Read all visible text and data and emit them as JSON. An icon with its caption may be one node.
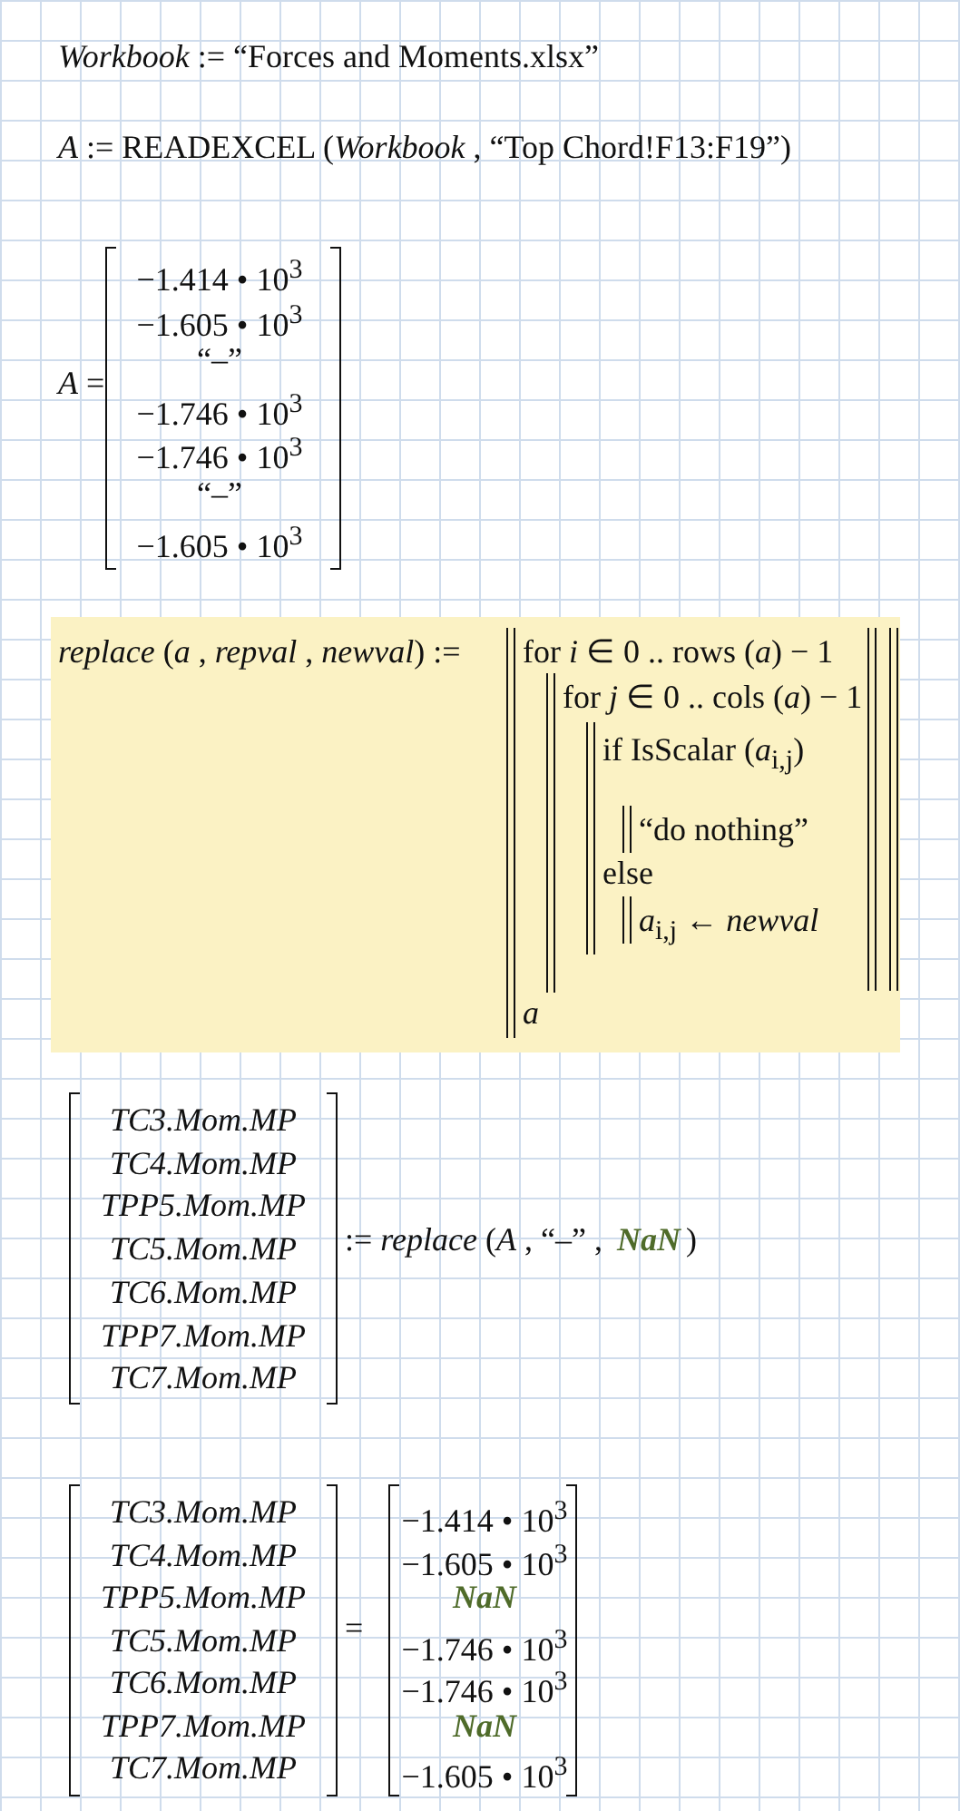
{
  "diagram": {
    "labels": [
      "*Workbook* := “Forces and Moments.xlsx”",
      "*A* := READEXCEL (*Workbook* , “Top Chord!F13:F19”)",
      "*A* =",
      "−1.414 • 10$^{3}$",
      "−1.605 • 10$^{3}$",
      "“–”",
      "−1.746 • 10$^{3}$",
      "−1.746 • 10$^{3}$",
      "“–”",
      "−1.605 • 10$^{3}$",
      "*replace* (*a* , *repval* , *newval*) :=",
      "for *i* ∈ 0 .. rows (*a*) − 1",
      "for *j* ∈ 0 .. cols (*a*) − 1",
      "if IsScalar (*a*$_{i,j}$)",
      "“do nothing”",
      "else",
      "*a*$_{i,j}$ ← *newval*",
      "*a*",
      "TC3.Mom.MP",
      "TC4.Mom.MP",
      "TPP5.Mom.MP",
      "TC5.Mom.MP",
      "TC6.Mom.MP",
      "TPP7.Mom.MP",
      "TC7.Mom.MP",
      ":= *replace* (*A* , “–” ,",
      "NaN",
      ")",
      "TC3.Mom.MP",
      "TC4.Mom.MP",
      "TPP5.Mom.MP",
      "TC5.Mom.MP",
      "TC6.Mom.MP",
      "TPP7.Mom.MP",
      "TC7.Mom.MP",
      "=",
      "−1.414 • 10$^{3}$",
      "−1.605 • 10$^{3}$",
      "NaN",
      "−1.746 • 10$^{3}$",
      "−1.746 • 10$^{3}$",
      "NaN",
      "−1.605 • 10$^{3}$"
    ]
  }
}
